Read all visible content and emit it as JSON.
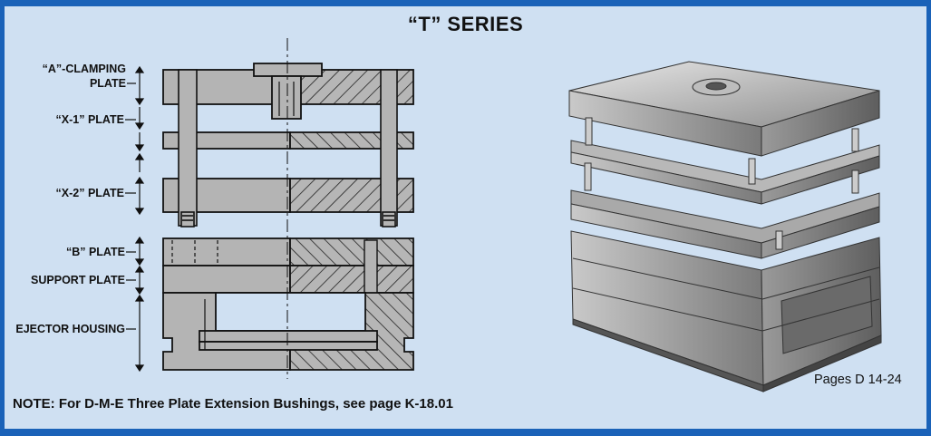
{
  "title": "“T” SERIES",
  "labels": {
    "clamping_line1": "“A”-CLAMPING",
    "clamping_line2": "PLATE",
    "x1_plate": "“X-1” PLATE",
    "x2_plate": "“X-2” PLATE",
    "b_plate": "“B” PLATE",
    "support_plate": "SUPPORT PLATE",
    "ejector_housing": "EJECTOR HOUSING"
  },
  "note": "NOTE:  For D-M-E Three Plate Extension Bushings, see page K-18.01",
  "pages_ref": "Pages D 14-24",
  "colors": {
    "frame": "#1a62b8",
    "panel": "#cfe0f2",
    "steel": "#b4b4b4",
    "outline": "#111111"
  }
}
